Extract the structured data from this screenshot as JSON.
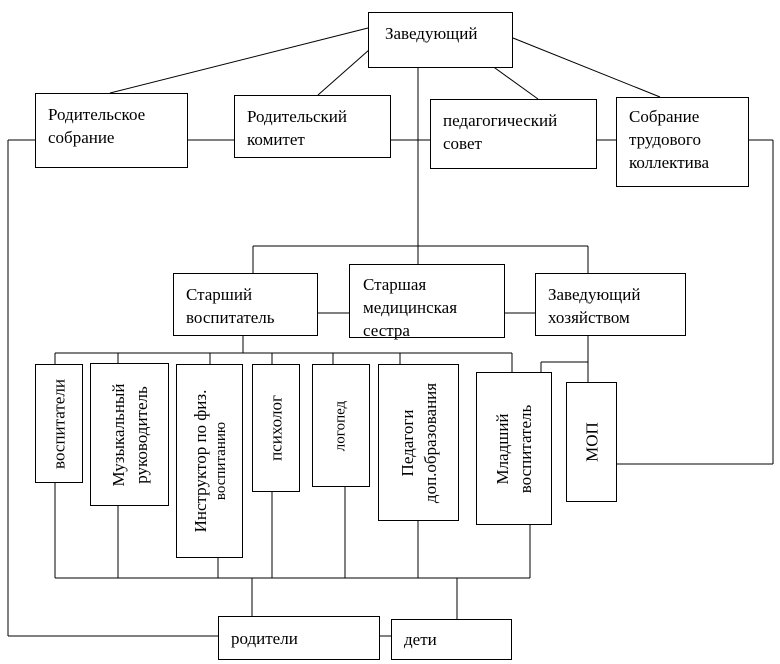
{
  "nodes": {
    "head": [
      "Заведующий"
    ],
    "parent_meeting": [
      "Родительское",
      "собрание"
    ],
    "parent_committee": [
      "Родительский",
      "комитет"
    ],
    "ped_council": [
      "педагогический",
      "совет"
    ],
    "labor_meeting": [
      "Собрание",
      "трудового",
      "коллектива"
    ],
    "senior_teacher": [
      "Старший",
      "воспитатель"
    ],
    "senior_nurse": [
      "Старшая",
      "медицинская",
      "сестра"
    ],
    "facility_manager": [
      "Заведующий",
      "хозяйством"
    ],
    "teachers": [
      "воспитатели"
    ],
    "music_director": [
      "Музыкальный",
      "руководитель"
    ],
    "pe_instructor": [
      "Инструктор по физ.",
      "воспитанию"
    ],
    "psychologist": [
      "психолог"
    ],
    "speech_therapist": [
      "логопед"
    ],
    "extra_ed": [
      "Педагоги",
      "доп.образования"
    ],
    "junior_teacher": [
      "Младший",
      "воспитатель"
    ],
    "mop": [
      "МОП"
    ],
    "parents": [
      "родители"
    ],
    "children": [
      "дети"
    ]
  }
}
